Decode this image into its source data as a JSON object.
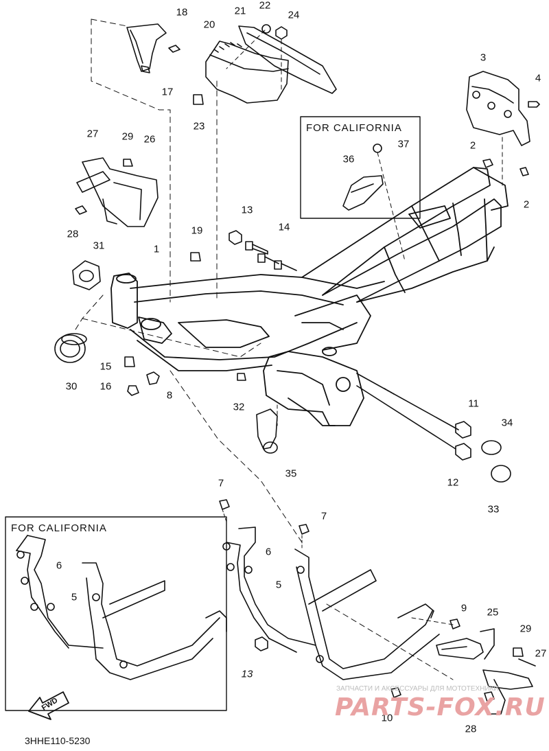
{
  "diagram": {
    "california_box_top_title": "FOR CALIFORNIA",
    "california_box_bottom_title": "FOR CALIFORNIA",
    "fwd_label": "FWD",
    "diagram_code": "3HHE110-5230",
    "callouts": [
      {
        "id": "1",
        "text": "1"
      },
      {
        "id": "2a",
        "text": "2"
      },
      {
        "id": "2b",
        "text": "2"
      },
      {
        "id": "3",
        "text": "3"
      },
      {
        "id": "4",
        "text": "4"
      },
      {
        "id": "5a",
        "text": "5"
      },
      {
        "id": "5b",
        "text": "5"
      },
      {
        "id": "6a",
        "text": "6"
      },
      {
        "id": "6b",
        "text": "6"
      },
      {
        "id": "7a",
        "text": "7"
      },
      {
        "id": "7b",
        "text": "7"
      },
      {
        "id": "8",
        "text": "8"
      },
      {
        "id": "9",
        "text": "9"
      },
      {
        "id": "10",
        "text": "10"
      },
      {
        "id": "11",
        "text": "11"
      },
      {
        "id": "12",
        "text": "12"
      },
      {
        "id": "13a",
        "text": "13"
      },
      {
        "id": "13b",
        "text": "13"
      },
      {
        "id": "14",
        "text": "14"
      },
      {
        "id": "15",
        "text": "15"
      },
      {
        "id": "16",
        "text": "16"
      },
      {
        "id": "17",
        "text": "17"
      },
      {
        "id": "18",
        "text": "18"
      },
      {
        "id": "19",
        "text": "19"
      },
      {
        "id": "20",
        "text": "20"
      },
      {
        "id": "21",
        "text": "21"
      },
      {
        "id": "22",
        "text": "22"
      },
      {
        "id": "23",
        "text": "23"
      },
      {
        "id": "24",
        "text": "24"
      },
      {
        "id": "25",
        "text": "25"
      },
      {
        "id": "26",
        "text": "26"
      },
      {
        "id": "27a",
        "text": "27"
      },
      {
        "id": "27b",
        "text": "27"
      },
      {
        "id": "28a",
        "text": "28"
      },
      {
        "id": "28b",
        "text": "28"
      },
      {
        "id": "29a",
        "text": "29"
      },
      {
        "id": "29b",
        "text": "29"
      },
      {
        "id": "30",
        "text": "30"
      },
      {
        "id": "31",
        "text": "31"
      },
      {
        "id": "32",
        "text": "32"
      },
      {
        "id": "33",
        "text": "33"
      },
      {
        "id": "34",
        "text": "34"
      },
      {
        "id": "35",
        "text": "35"
      },
      {
        "id": "36",
        "text": "36"
      },
      {
        "id": "37",
        "text": "37"
      }
    ]
  },
  "watermark": {
    "caption": "ЗАПЧАСТИ И АКСЕССУАРЫ ДЛЯ МОТОТЕХНИКИ",
    "logo_text": "PARTS-FOX.RU"
  }
}
